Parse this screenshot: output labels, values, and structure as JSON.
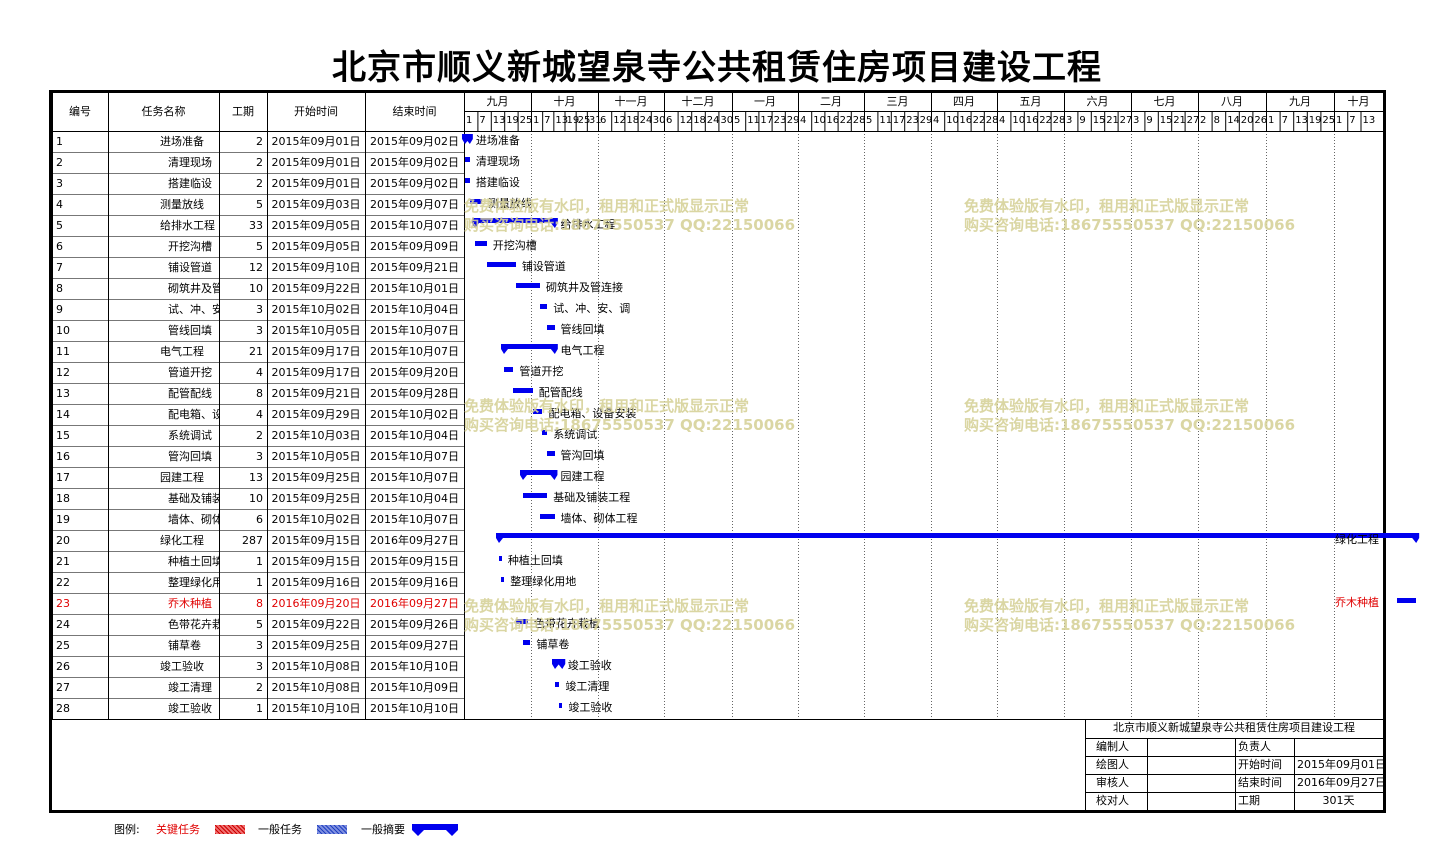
{
  "title": "北京市顺义新城望泉寺公共租赁住房项目建设工程",
  "columns": {
    "id": "编号",
    "name": "任务名称",
    "duration": "工期",
    "start": "开始时间",
    "end": "结束时间"
  },
  "months": [
    "九月",
    "十月",
    "十一月",
    "十二月",
    "一月",
    "二月",
    "三月",
    "四月",
    "五月",
    "六月",
    "七月",
    "八月",
    "九月",
    "十月"
  ],
  "day_ticks": [
    [
      "1",
      "7",
      "13",
      "19",
      "25"
    ],
    [
      "1",
      "7",
      "13",
      "19",
      "25",
      "31"
    ],
    [
      "6",
      "12",
      "18",
      "24",
      "30"
    ],
    [
      "6",
      "12",
      "18",
      "24",
      "30"
    ],
    [
      "5",
      "11",
      "17",
      "23",
      "29"
    ],
    [
      "4",
      "10",
      "16",
      "22",
      "28"
    ],
    [
      "5",
      "11",
      "17",
      "23",
      "29"
    ],
    [
      "4",
      "10",
      "16",
      "22",
      "28"
    ],
    [
      "4",
      "10",
      "16",
      "22",
      "28"
    ],
    [
      "3",
      "9",
      "15",
      "21",
      "27"
    ],
    [
      "3",
      "9",
      "15",
      "21",
      "27"
    ],
    [
      "2",
      "8",
      "14",
      "20",
      "26"
    ],
    [
      "1",
      "7",
      "13",
      "19",
      "25"
    ],
    [
      "1",
      "7",
      "13"
    ]
  ],
  "tasks": [
    {
      "id": "1",
      "name": "进场准备",
      "level": 0,
      "duration": "2",
      "start": "2015年09月01日",
      "end": "2015年09月02日",
      "type": "summary",
      "critical": false
    },
    {
      "id": "2",
      "name": "清理现场",
      "level": 1,
      "duration": "2",
      "start": "2015年09月01日",
      "end": "2015年09月02日",
      "type": "task",
      "critical": false
    },
    {
      "id": "3",
      "name": "搭建临设",
      "level": 1,
      "duration": "2",
      "start": "2015年09月01日",
      "end": "2015年09月02日",
      "type": "task",
      "critical": false
    },
    {
      "id": "4",
      "name": "测量放线",
      "level": 0,
      "duration": "5",
      "start": "2015年09月03日",
      "end": "2015年09月07日",
      "type": "task",
      "critical": false
    },
    {
      "id": "5",
      "name": "给排水工程",
      "level": 0,
      "duration": "33",
      "start": "2015年09月05日",
      "end": "2015年10月07日",
      "type": "summary",
      "critical": false
    },
    {
      "id": "6",
      "name": "开挖沟槽",
      "level": 1,
      "duration": "5",
      "start": "2015年09月05日",
      "end": "2015年09月09日",
      "type": "task",
      "critical": false
    },
    {
      "id": "7",
      "name": "铺设管道",
      "level": 1,
      "duration": "12",
      "start": "2015年09月10日",
      "end": "2015年09月21日",
      "type": "task",
      "critical": false
    },
    {
      "id": "8",
      "name": "砌筑井及管连接",
      "level": 1,
      "duration": "10",
      "start": "2015年09月22日",
      "end": "2015年10月01日",
      "type": "task",
      "critical": false
    },
    {
      "id": "9",
      "name": "试、冲、安、调",
      "level": 1,
      "duration": "3",
      "start": "2015年10月02日",
      "end": "2015年10月04日",
      "type": "task",
      "critical": false
    },
    {
      "id": "10",
      "name": "管线回填",
      "level": 1,
      "duration": "3",
      "start": "2015年10月05日",
      "end": "2015年10月07日",
      "type": "task",
      "critical": false
    },
    {
      "id": "11",
      "name": "电气工程",
      "level": 0,
      "duration": "21",
      "start": "2015年09月17日",
      "end": "2015年10月07日",
      "type": "summary",
      "critical": false
    },
    {
      "id": "12",
      "name": "管道开挖",
      "level": 1,
      "duration": "4",
      "start": "2015年09月17日",
      "end": "2015年09月20日",
      "type": "task",
      "critical": false
    },
    {
      "id": "13",
      "name": "配管配线",
      "level": 1,
      "duration": "8",
      "start": "2015年09月21日",
      "end": "2015年09月28日",
      "type": "task",
      "critical": false
    },
    {
      "id": "14",
      "name": "配电箱、设备安装",
      "level": 1,
      "duration": "4",
      "start": "2015年09月29日",
      "end": "2015年10月02日",
      "type": "task",
      "critical": false
    },
    {
      "id": "15",
      "name": "系统调试",
      "level": 1,
      "duration": "2",
      "start": "2015年10月03日",
      "end": "2015年10月04日",
      "type": "task",
      "critical": false
    },
    {
      "id": "16",
      "name": "管沟回填",
      "level": 1,
      "duration": "3",
      "start": "2015年10月05日",
      "end": "2015年10月07日",
      "type": "task",
      "critical": false
    },
    {
      "id": "17",
      "name": "园建工程",
      "level": 0,
      "duration": "13",
      "start": "2015年09月25日",
      "end": "2015年10月07日",
      "type": "summary",
      "critical": false
    },
    {
      "id": "18",
      "name": "基础及铺装工程",
      "level": 1,
      "duration": "10",
      "start": "2015年09月25日",
      "end": "2015年10月04日",
      "type": "task",
      "critical": false
    },
    {
      "id": "19",
      "name": "墙体、砌体工程",
      "level": 1,
      "duration": "6",
      "start": "2015年10月02日",
      "end": "2015年10月07日",
      "type": "task",
      "critical": false
    },
    {
      "id": "20",
      "name": "绿化工程",
      "level": 0,
      "duration": "287",
      "start": "2015年09月15日",
      "end": "2016年09月27日",
      "type": "summary",
      "critical": false
    },
    {
      "id": "21",
      "name": "种植土回填",
      "level": 1,
      "duration": "1",
      "start": "2015年09月15日",
      "end": "2015年09月15日",
      "type": "task",
      "critical": false
    },
    {
      "id": "22",
      "name": "整理绿化用地",
      "level": 1,
      "duration": "1",
      "start": "2015年09月16日",
      "end": "2015年09月16日",
      "type": "task",
      "critical": false
    },
    {
      "id": "23",
      "name": "乔木种植",
      "level": 1,
      "duration": "8",
      "start": "2016年09月20日",
      "end": "2016年09月27日",
      "type": "task",
      "critical": true
    },
    {
      "id": "24",
      "name": "色带花卉栽植",
      "level": 1,
      "duration": "5",
      "start": "2015年09月22日",
      "end": "2015年09月26日",
      "type": "task",
      "critical": false
    },
    {
      "id": "25",
      "name": "铺草卷",
      "level": 1,
      "duration": "3",
      "start": "2015年09月25日",
      "end": "2015年09月27日",
      "type": "task",
      "critical": false
    },
    {
      "id": "26",
      "name": "竣工验收",
      "level": 0,
      "duration": "3",
      "start": "2015年10月08日",
      "end": "2015年10月10日",
      "type": "summary",
      "critical": false
    },
    {
      "id": "27",
      "name": "竣工清理",
      "level": 1,
      "duration": "2",
      "start": "2015年10月08日",
      "end": "2015年10月09日",
      "type": "task",
      "critical": false
    },
    {
      "id": "28",
      "name": "竣工验收",
      "level": 1,
      "duration": "1",
      "start": "2015年10月10日",
      "end": "2015年10月10日",
      "type": "task",
      "critical": false
    }
  ],
  "legend": {
    "label": "图例:",
    "critical": "关键任务",
    "normal": "一般任务",
    "summary": "一般摘要"
  },
  "info": {
    "title": "北京市顺义新城望泉寺公共租赁住房项目建设工程",
    "rows": [
      {
        "k1": "编制人",
        "v1": "",
        "k2": "负责人",
        "v2": ""
      },
      {
        "k1": "绘图人",
        "v1": "",
        "k2": "开始时间",
        "v2": "2015年09月01日"
      },
      {
        "k1": "审核人",
        "v1": "",
        "k2": "结束时间",
        "v2": "2016年09月27日"
      },
      {
        "k1": "校对人",
        "v1": "",
        "k2": "工期",
        "v2": "301天"
      }
    ]
  },
  "watermark": {
    "line1": "免费体验版有水印，租用和正式版显示正常",
    "line2": "购买咨询电话:18675550537 QQ:22150066"
  },
  "colors": {
    "bar": "#0000ee",
    "critical_text": "#e00000",
    "critical_legend": "#e03030",
    "watermark": "#d7d29a",
    "border": "#000000"
  }
}
